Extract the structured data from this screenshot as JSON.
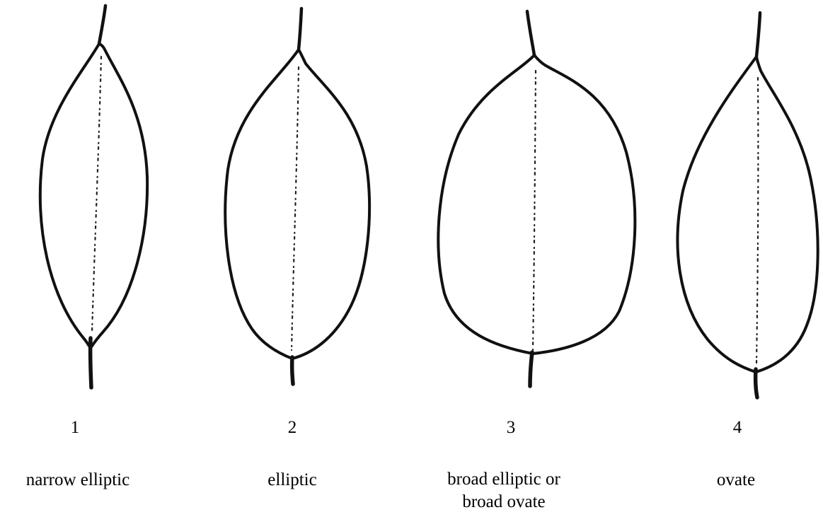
{
  "shapes": [
    {
      "number": "1",
      "name": "narrow elliptic"
    },
    {
      "number": "2",
      "name": "elliptic"
    },
    {
      "number": "3",
      "name": "broad elliptic or broad ovate"
    },
    {
      "number": "4",
      "name": "ovate"
    }
  ],
  "line_color": "#111111",
  "background_color": "#ffffff"
}
